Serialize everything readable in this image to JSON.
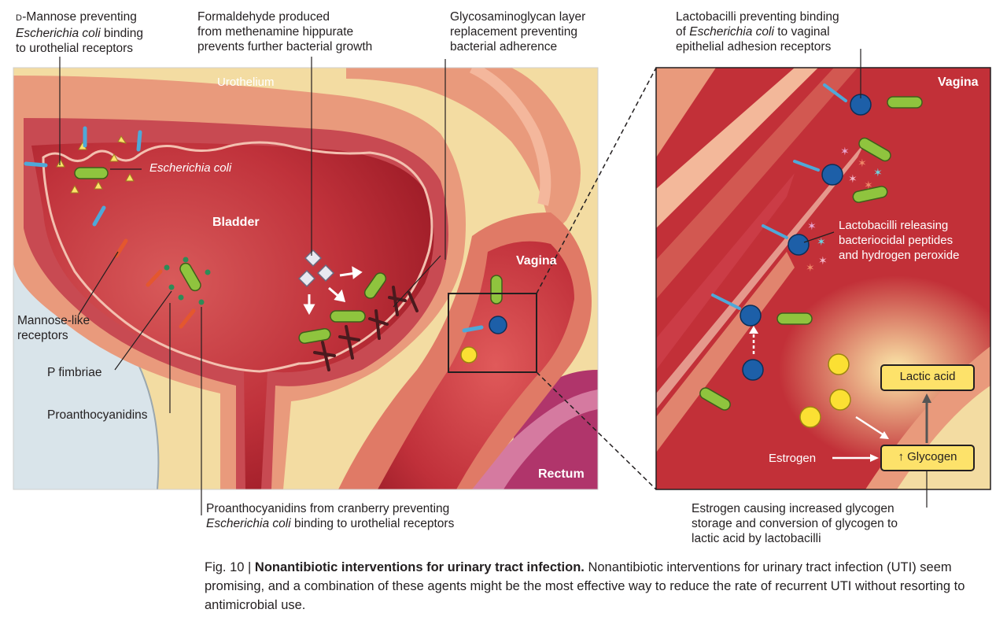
{
  "labels": {
    "d_mannose_prefix": "D",
    "d_mannose_l1_rest": "-Mannose preventing",
    "d_mannose_l2_italic": "Escherichia coli",
    "d_mannose_l2_rest": " binding",
    "d_mannose_l3": "to urothelial receptors",
    "formaldehyde_l1": "Formaldehyde produced",
    "formaldehyde_l2": "from methenamine hippurate",
    "formaldehyde_l3": "prevents further bacterial growth",
    "gag_l1": "Glycosaminoglycan layer",
    "gag_l2": "replacement preventing",
    "gag_l3": "bacterial adherence",
    "lacto_bind_l1": "Lactobacilli preventing binding",
    "lacto_bind_l2_prefix": "of ",
    "lacto_bind_l2_italic": "Escherichia coli",
    "lacto_bind_l2_rest": " to vaginal",
    "lacto_bind_l3": "epithelial adhesion receptors",
    "urothelium": "Urothelium",
    "ecoli": "Escherichia coli",
    "bladder": "Bladder",
    "vagina_left": "Vagina",
    "vagina_right": "Vagina",
    "rectum": "Rectum",
    "mannose_l1": "Mannose-like",
    "mannose_l2": "receptors",
    "p_fimbriae": "P fimbriae",
    "proantho": "Proanthocyanidins",
    "cranberry_l1": "Proanthocyanidins from cranberry preventing",
    "cranberry_l2_italic": "Escherichia coli",
    "cranberry_l2_rest": " binding to urothelial receptors",
    "lacto_release_l1": "Lactobacilli releasing",
    "lacto_release_l2": "bacteriocidal peptides",
    "lacto_release_l3": "and hydrogen peroxide",
    "lactic_acid": "Lactic acid",
    "glycogen": "↑ Glycogen",
    "estrogen": "Estrogen",
    "estrogen_cap_l1": "Estrogen causing increased glycogen",
    "estrogen_cap_l2": "storage and conversion of glycogen to",
    "estrogen_cap_l3": "lactic acid by lactobacilli"
  },
  "caption": {
    "fig": "Fig. 10 | ",
    "title": "Nonantibiotic interventions for urinary tract infection.",
    "body": " Nonantibiotic interventions for urinary tract infection (UTI) seem promising, and a combination of these agents might be the most effective way to reduce the rate of recurrent UTI without resorting to antimicrobial use."
  },
  "colors": {
    "bladder_red": "#b5202e",
    "tissue_pink": "#e99a7c",
    "background_beige": "#f3dca2",
    "bacterium_green": "#8fc43e",
    "receptor_blue": "#2f7ec1",
    "box_yellow": "#fde26a"
  }
}
